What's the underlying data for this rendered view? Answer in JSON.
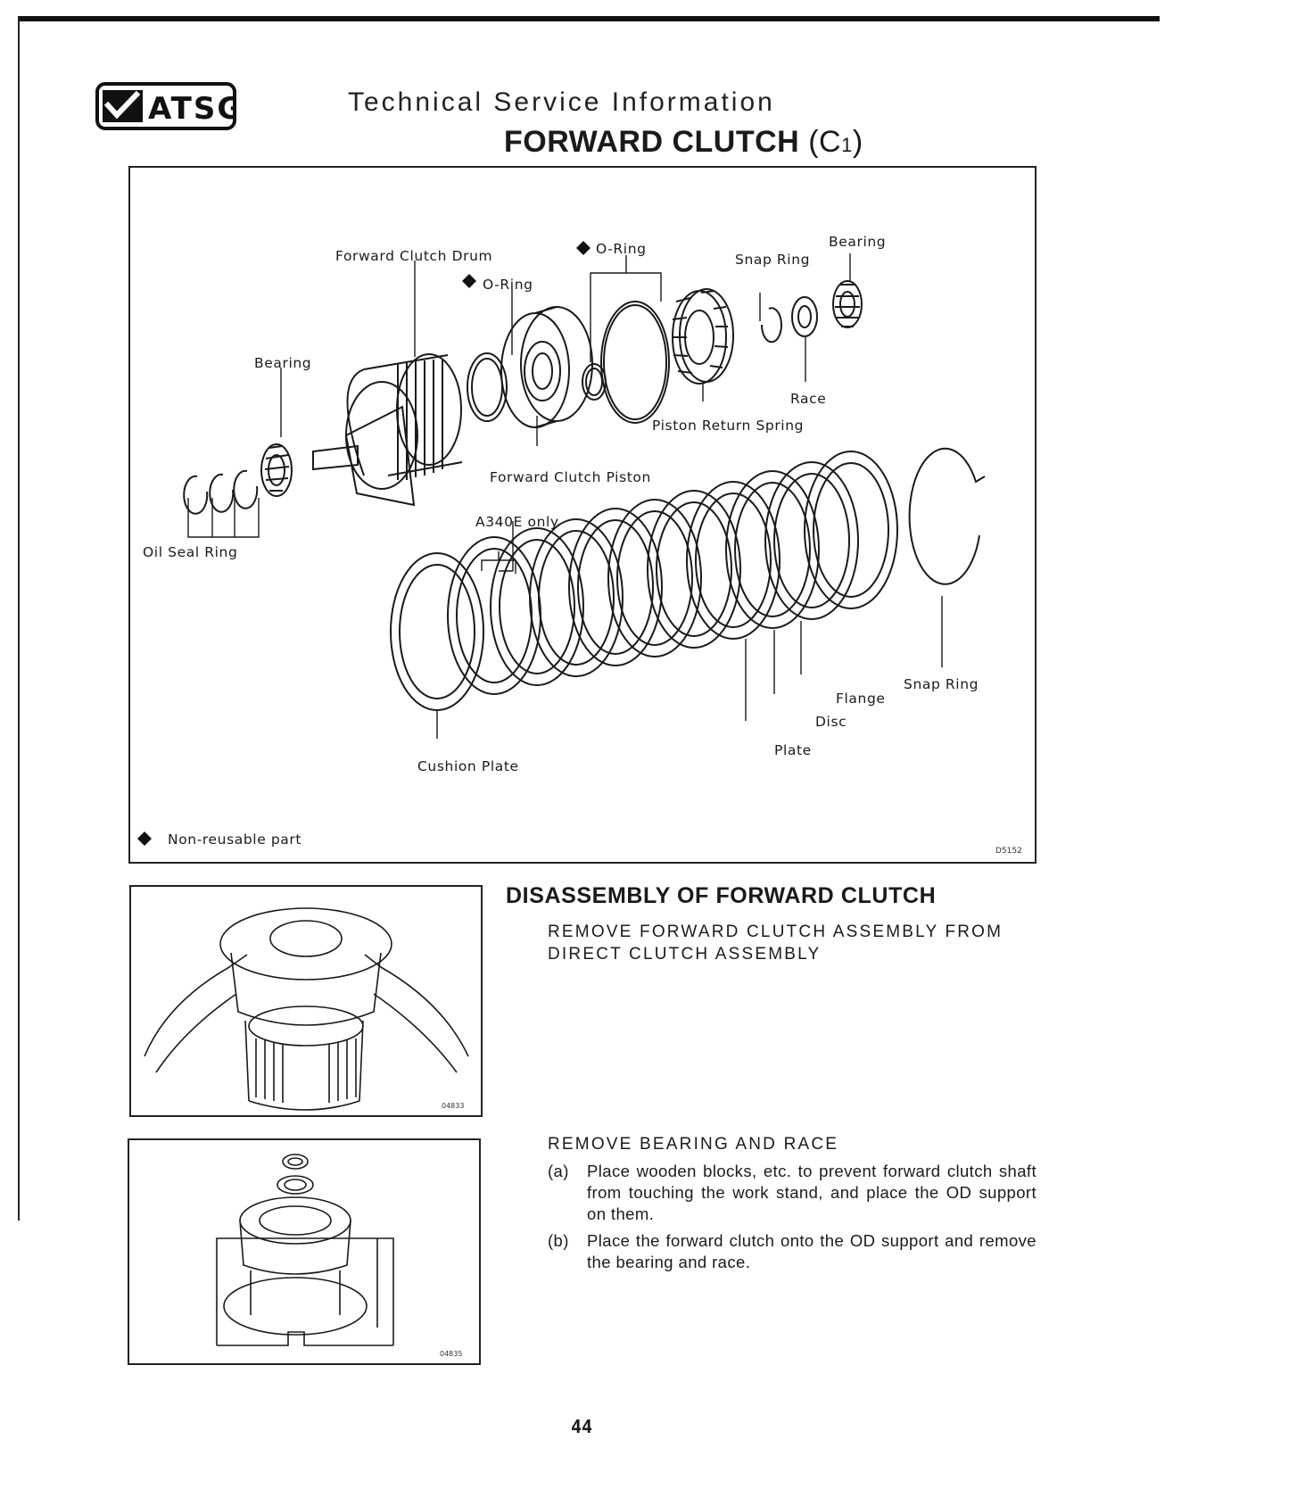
{
  "header": {
    "logo_text": "ATSG",
    "title_line1": "Technical Service Information",
    "title_main": "FORWARD CLUTCH",
    "title_paren_open": "(",
    "title_c": "C",
    "title_sub": "1",
    "title_paren_close": ")"
  },
  "diagram": {
    "labels": {
      "forward_clutch_drum": "Forward Clutch Drum",
      "o_ring_1": "O-Ring",
      "o_ring_2": "O-Ring",
      "snap_ring_top": "Snap Ring",
      "bearing_top": "Bearing",
      "bearing_left": "Bearing",
      "race": "Race",
      "piston_return_spring": "Piston Return Spring",
      "forward_clutch_piston": "Forward Clutch Piston",
      "oil_seal_ring": "Oil Seal Ring",
      "a340e_only": "A340E only",
      "snap_ring_right": "Snap Ring",
      "flange": "Flange",
      "disc": "Disc",
      "plate": "Plate",
      "cushion_plate": "Cushion Plate"
    },
    "legend": "Non-reusable part",
    "figure_code": "D5152"
  },
  "figures": {
    "fig1_code": "04833",
    "fig2_code": "04835"
  },
  "content": {
    "section_title": "DISASSEMBLY OF FORWARD CLUTCH",
    "step1": "REMOVE FORWARD CLUTCH ASSEMBLY FROM DIRECT CLUTCH ASSEMBLY",
    "step2": "REMOVE BEARING AND RACE",
    "items": [
      {
        "marker": "(a)",
        "text": "Place wooden blocks, etc. to prevent forward clutch shaft from touching the work stand, and place the OD support on them."
      },
      {
        "marker": "(b)",
        "text": "Place the forward clutch onto the OD support and remove the bearing and race."
      }
    ]
  },
  "footer": {
    "page_number": "44"
  }
}
